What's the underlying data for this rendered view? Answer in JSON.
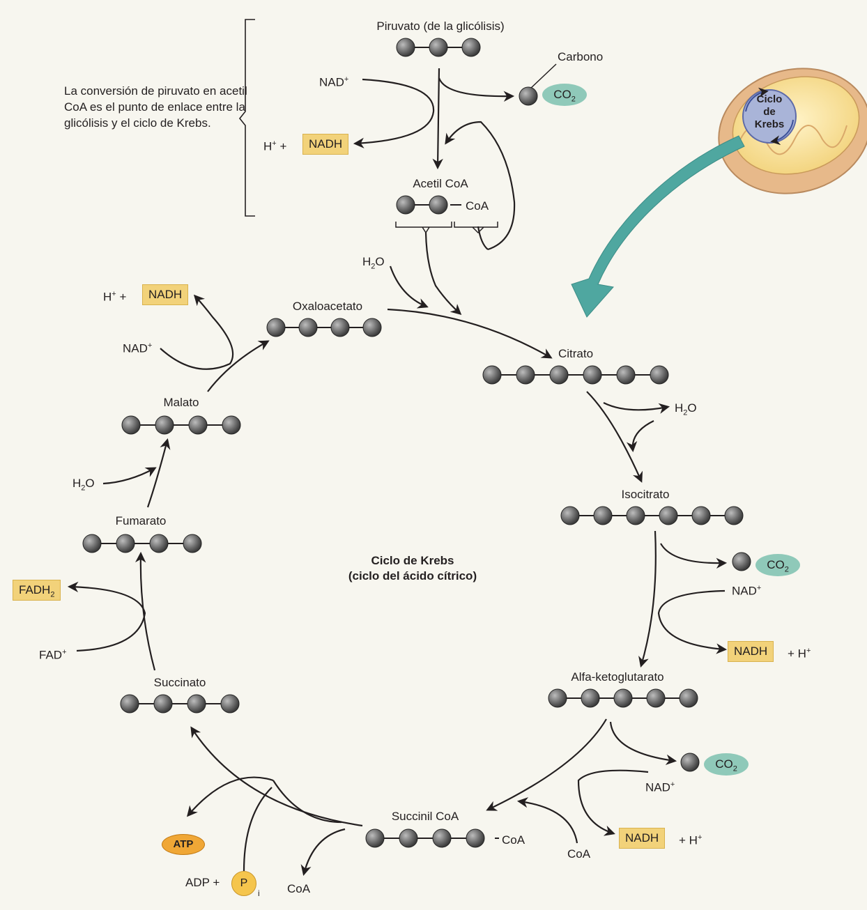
{
  "note": "La conversión de piruvato en acetil CoA es el punto de enlace entre la glicólisis y el ciclo de Krebs.",
  "title_line1": "Ciclo de Krebs",
  "title_line2": "(ciclo del ácido cítrico)",
  "mito_label": [
    "Ciclo",
    "de",
    "Krebs"
  ],
  "molecules": {
    "piruvato": "Piruvato (de la glicólisis)",
    "acetil_coa": "Acetil CoA",
    "oxaloacetato": "Oxaloacetato",
    "citrato": "Citrato",
    "isocitrato": "Isocitrato",
    "alfa": "Alfa-ketoglutarato",
    "succinil": "Succinil CoA",
    "succinato": "Succinato",
    "fumarato": "Fumarato",
    "malato": "Malato"
  },
  "labels": {
    "carbono": "Carbono",
    "coa": "CoA",
    "h_plus": "H",
    "nad": "NAD",
    "nadh": "NADH",
    "fad": "FAD",
    "fadh": "FADH",
    "h2o": "H",
    "co2": "CO",
    "atp": "ATP",
    "adp": "ADP +",
    "p": "P",
    "i": "i",
    "plus": "+",
    "sup_plus": "+",
    "sub_2": "2"
  },
  "colors": {
    "nadh_box": "#f2d27a",
    "co2_ellipse": "#8fc9b9",
    "atp": "#f0a736",
    "teal_arrow": "#4fa7a0",
    "mitochondrion": "#e7b98a"
  }
}
